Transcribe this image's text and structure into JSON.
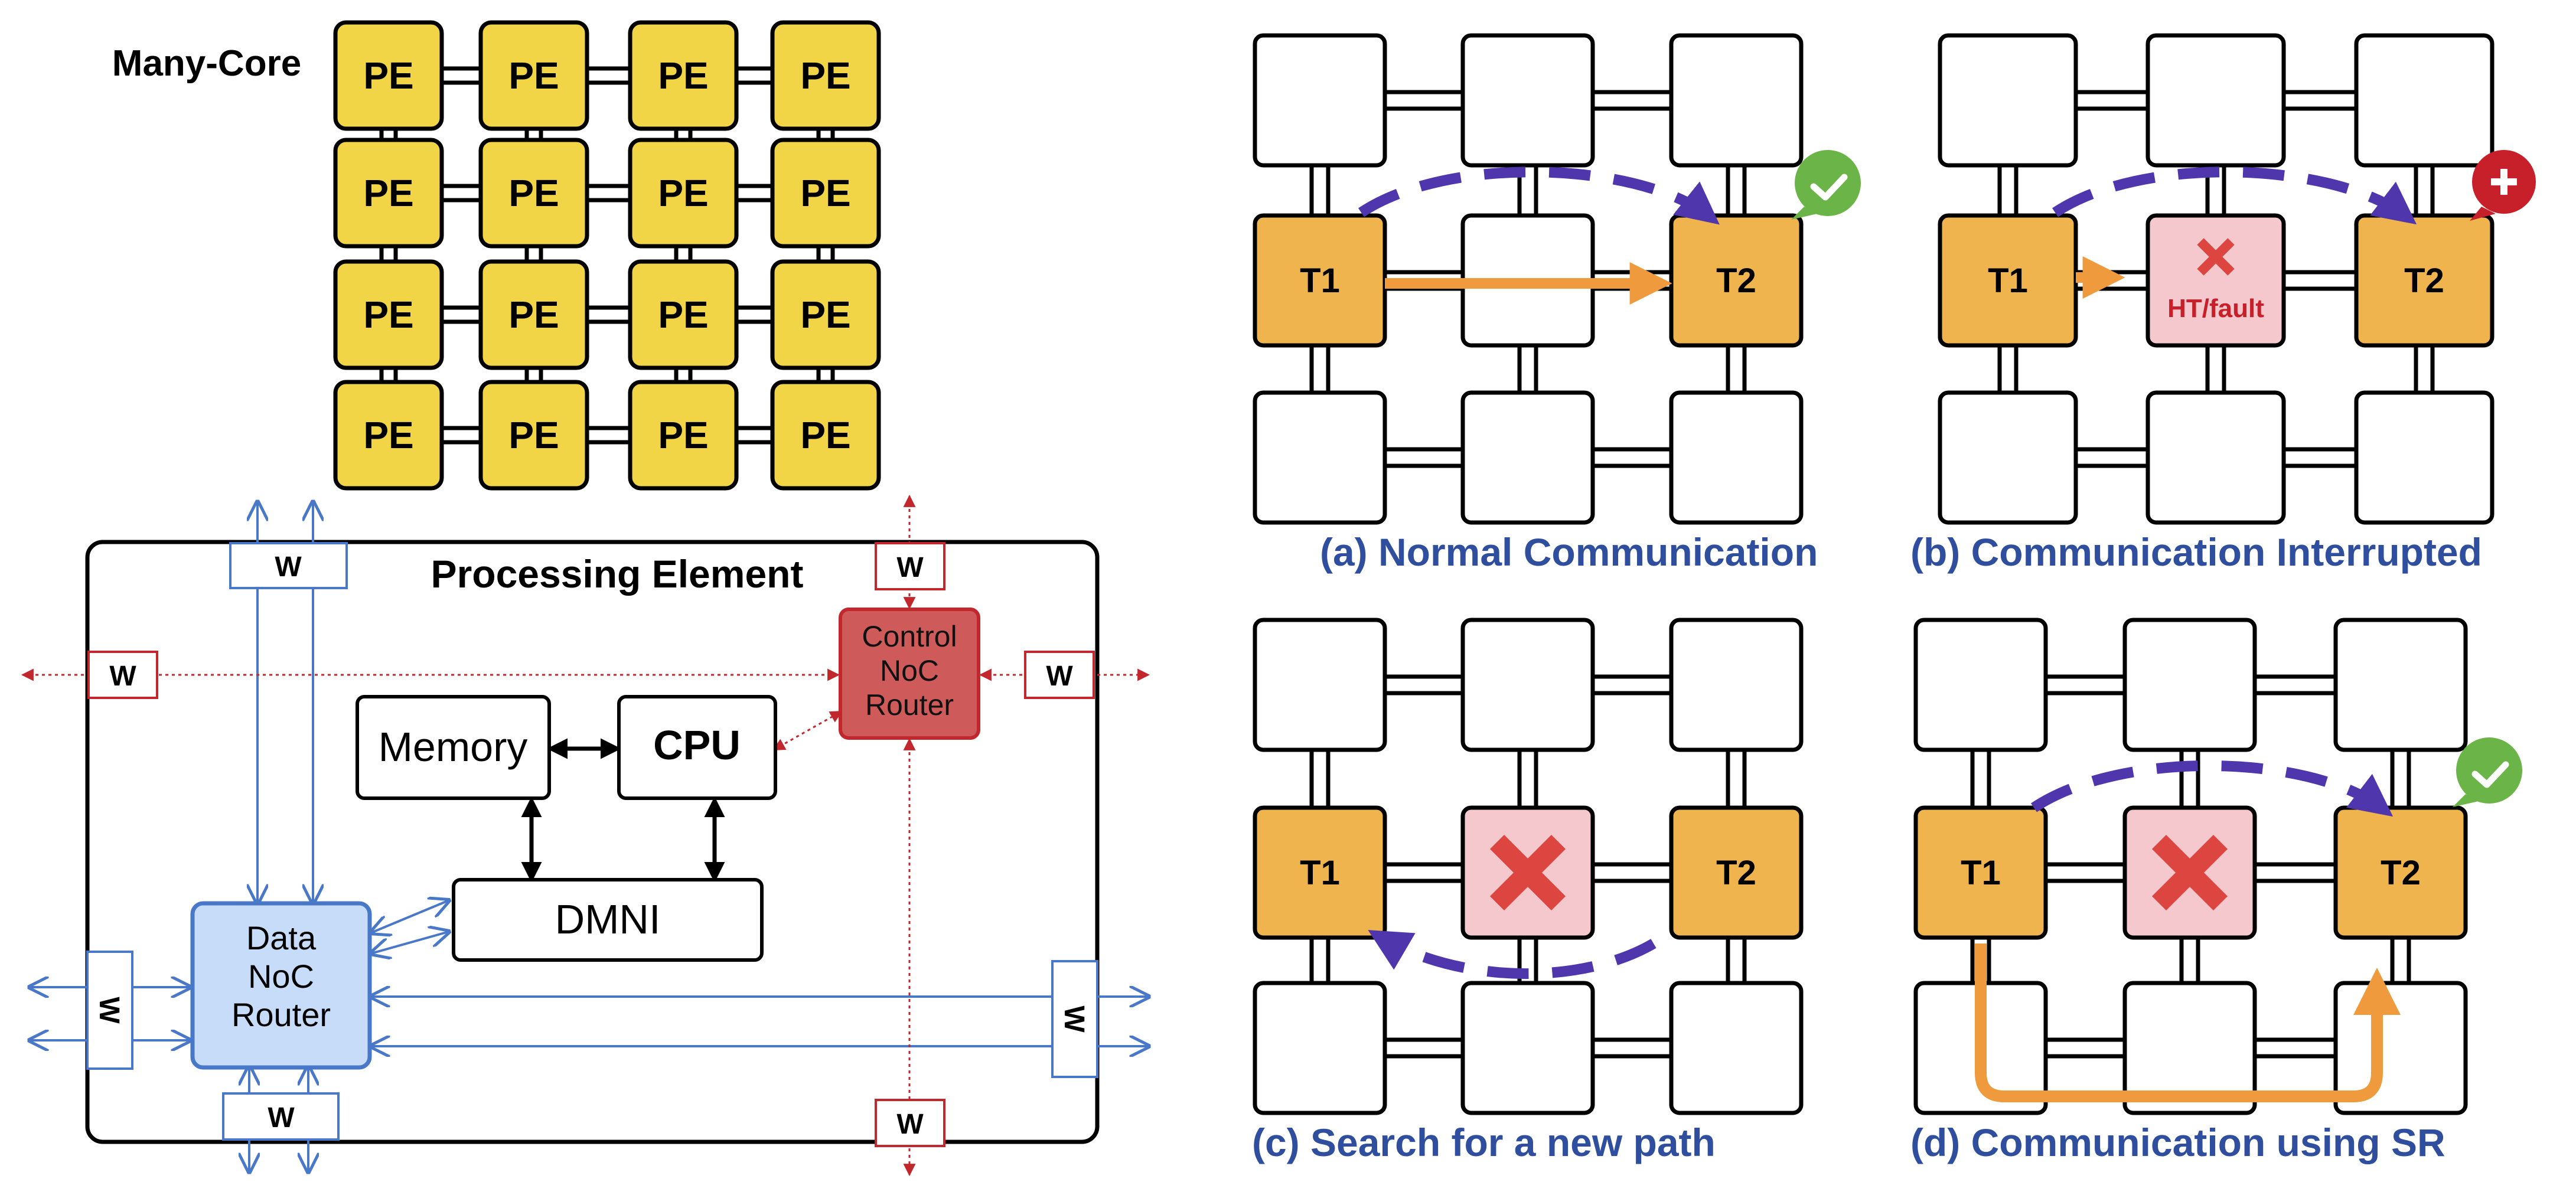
{
  "colors": {
    "pe_fill": "#f2d447",
    "task_fill": "#f0b44e",
    "fault_fill": "#f4c8cc",
    "fault_mark": "#dc4540",
    "data_router_fill": "#c7dcf8",
    "data_blue": "#4a78c9",
    "control_red": "#c1272d",
    "control_fill": "#cf5a5a",
    "dashed_path": "#5036ad",
    "orange_path": "#ef9a3c",
    "caption_blue": "#2f4e9d",
    "ok_green": "#6bb548",
    "error_red": "#c8202a"
  },
  "left": {
    "grid_title": "Many-Core",
    "pe_label": "PE",
    "pe_title": "Processing Element",
    "memory": "Memory",
    "cpu": "CPU",
    "dmni": "DMNI",
    "data_router": [
      "Data",
      "NoC",
      "Router"
    ],
    "control_router": [
      "Control",
      "NoC",
      "Router"
    ],
    "wrapper": "W"
  },
  "right": {
    "t1": "T1",
    "t2": "T2",
    "ht_fault": "HT/fault",
    "captions": {
      "a": "(a) Normal Communication",
      "b": "(b) Communication Interrupted",
      "c": "(c) Search for a new path",
      "d": "(d) Communication using SR"
    },
    "icons": {
      "a": "checkmark-bubble-icon",
      "b": "error-bubble-icon",
      "d": "checkmark-bubble-icon"
    }
  }
}
